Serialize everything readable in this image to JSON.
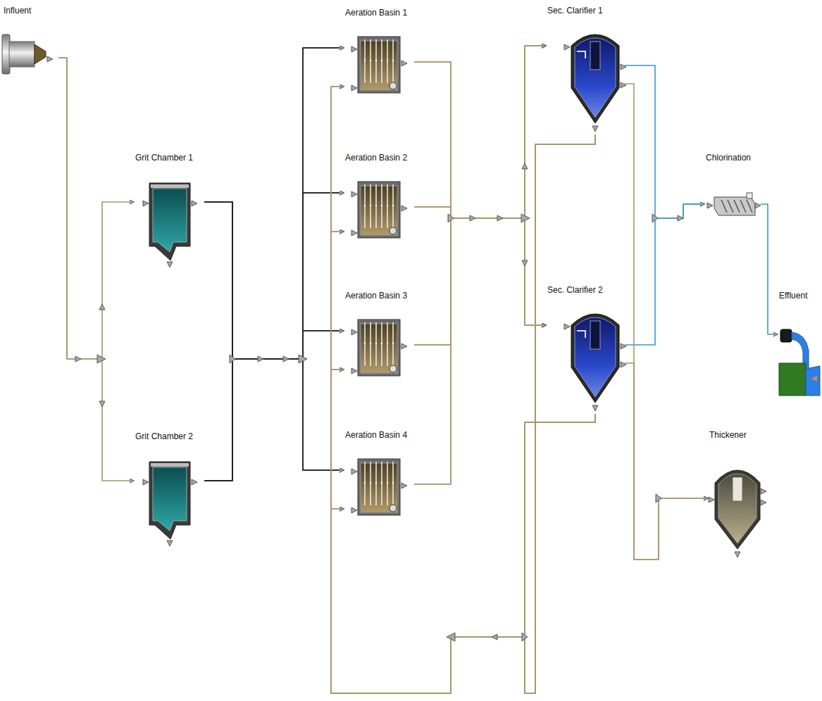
{
  "diagram": {
    "nodes": [
      {
        "text": [
          "Influent"
        ]
      },
      {
        "text": [
          "Grit Chamber 1"
        ]
      },
      {
        "text": [
          "Grit Chamber 2"
        ]
      },
      {
        "text": [
          "Aeration Basin 1"
        ]
      },
      {
        "text": [
          "Aeration Basin 2"
        ]
      },
      {
        "text": [
          "Aeration Basin 3"
        ]
      },
      {
        "text": [
          "Aeration Basin 4"
        ]
      },
      {
        "text": [
          "Sec. Clarifier 1"
        ]
      },
      {
        "text": [
          "Sec. Clarifier 2"
        ]
      },
      {
        "text": [
          "Chlorination"
        ]
      },
      {
        "text": [
          "Effluent"
        ]
      },
      {
        "text": [
          "Thickener"
        ]
      }
    ],
    "edges": [
      {
        "from": 0,
        "to": 1,
        "arrow": "to"
      },
      {
        "from": 0,
        "to": 2,
        "arrow": "to"
      },
      {
        "from": 1,
        "to": 3,
        "arrow": "to"
      },
      {
        "from": 1,
        "to": 4,
        "arrow": "to"
      },
      {
        "from": 1,
        "to": 5,
        "arrow": "to"
      },
      {
        "from": 1,
        "to": 6,
        "arrow": "to"
      },
      {
        "from": 2,
        "to": 3,
        "arrow": "to"
      },
      {
        "from": 2,
        "to": 4,
        "arrow": "to"
      },
      {
        "from": 2,
        "to": 5,
        "arrow": "to"
      },
      {
        "from": 2,
        "to": 6,
        "arrow": "to"
      },
      {
        "from": 3,
        "to": 7,
        "arrow": "to"
      },
      {
        "from": 3,
        "to": 8,
        "arrow": "to"
      },
      {
        "from": 4,
        "to": 7,
        "arrow": "to"
      },
      {
        "from": 4,
        "to": 8,
        "arrow": "to"
      },
      {
        "from": 5,
        "to": 7,
        "arrow": "to"
      },
      {
        "from": 5,
        "to": 8,
        "arrow": "to"
      },
      {
        "from": 6,
        "to": 7,
        "arrow": "to"
      },
      {
        "from": 6,
        "to": 8,
        "arrow": "to"
      },
      {
        "from": 7,
        "to": 9,
        "arrow": "to"
      },
      {
        "from": 8,
        "to": 9,
        "arrow": "to"
      },
      {
        "from": 9,
        "to": 10,
        "arrow": "to"
      },
      {
        "from": 7,
        "to": 11,
        "arrow": "to"
      },
      {
        "from": 8,
        "to": 11,
        "arrow": "to"
      },
      {
        "from": 7,
        "to": 3,
        "arrow": "to"
      },
      {
        "from": 7,
        "to": 4,
        "arrow": "to"
      },
      {
        "from": 7,
        "to": 5,
        "arrow": "to"
      },
      {
        "from": 7,
        "to": 6,
        "arrow": "to"
      },
      {
        "from": 8,
        "to": 3,
        "arrow": "to"
      },
      {
        "from": 8,
        "to": 4,
        "arrow": "to"
      },
      {
        "from": 8,
        "to": 5,
        "arrow": "to"
      },
      {
        "from": 8,
        "to": 6,
        "arrow": "to"
      }
    ]
  }
}
